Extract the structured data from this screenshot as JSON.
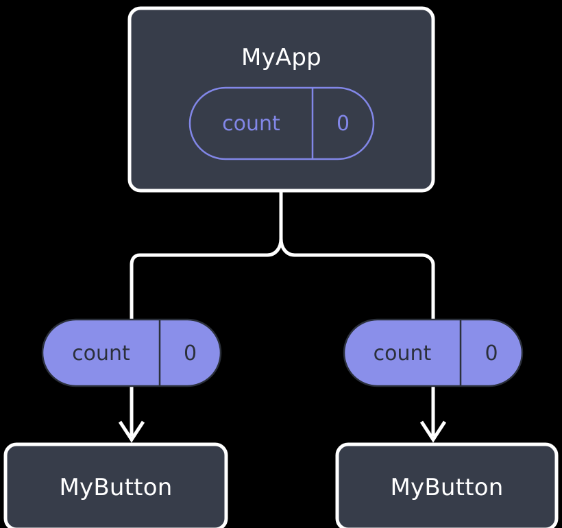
{
  "diagram": {
    "type": "component-tree",
    "title_text": "",
    "background_color": "#000000",
    "colors": {
      "card_fill": "#373d4a",
      "card_border": "#ffffff",
      "connector": "#ffffff",
      "pill_fill": "#8a8fea",
      "pill_stroke_outline": "#8287e8",
      "pill_text_outline": "#8287e8",
      "pill_text_filled": "#2b303b",
      "node_text": "#ffffff"
    },
    "nodes": [
      {
        "id": "myapp",
        "kind": "component-card",
        "label": "MyApp",
        "state": {
          "key": "count",
          "value": "0",
          "style": "outline"
        }
      },
      {
        "id": "mybutton-left",
        "kind": "component-card",
        "label": "MyButton",
        "prop": {
          "key": "count",
          "value": "0",
          "style": "filled"
        }
      },
      {
        "id": "mybutton-right",
        "kind": "component-card",
        "label": "MyButton",
        "prop": {
          "key": "count",
          "value": "0",
          "style": "filled"
        }
      }
    ],
    "edges": [
      {
        "from": "myapp",
        "to": "prop-left",
        "style": "branch"
      },
      {
        "from": "myapp",
        "to": "prop-right",
        "style": "branch"
      },
      {
        "from": "prop-left",
        "to": "mybutton-left",
        "style": "arrow"
      },
      {
        "from": "prop-right",
        "to": "mybutton-right",
        "style": "arrow"
      }
    ]
  }
}
